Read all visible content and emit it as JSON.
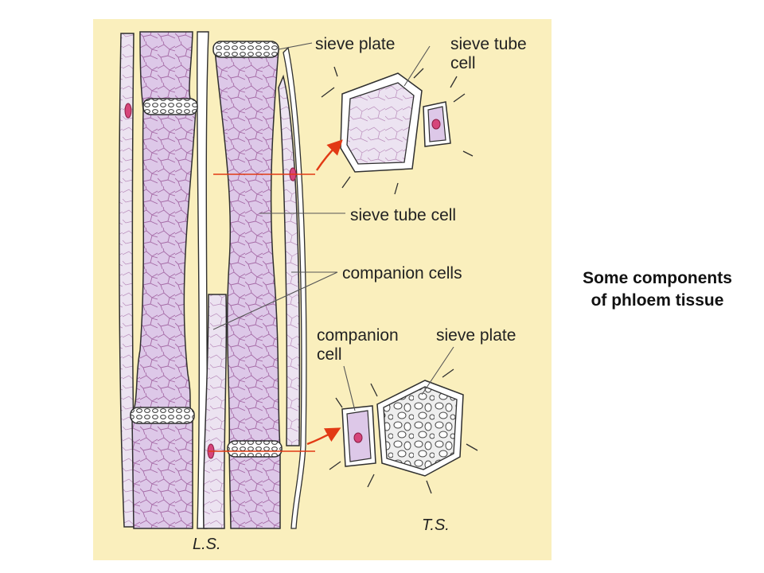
{
  "labels": {
    "sieve_plate_top": "sieve plate",
    "sieve_tube_cell_top_line1": "sieve tube",
    "sieve_tube_cell_top_line2": "cell",
    "sieve_tube_cell_mid": "sieve tube cell",
    "companion_cells": "companion cells",
    "companion_cell_line1": "companion",
    "companion_cell_line2": "cell",
    "sieve_plate_bottom": "sieve plate",
    "ls": "L.S.",
    "ts": "T.S."
  },
  "caption": {
    "line1": "Some components",
    "line2": "of phloem tissue"
  },
  "colors": {
    "panel": "#faefbd",
    "cell_fill": "#ddc8e8",
    "cell_light": "#eee6f2",
    "network": "#a56aa6",
    "wall": "#ffffff",
    "outline": "#2f2f2f",
    "nucleus": "#d6457a",
    "arrow": "#e23a14"
  }
}
